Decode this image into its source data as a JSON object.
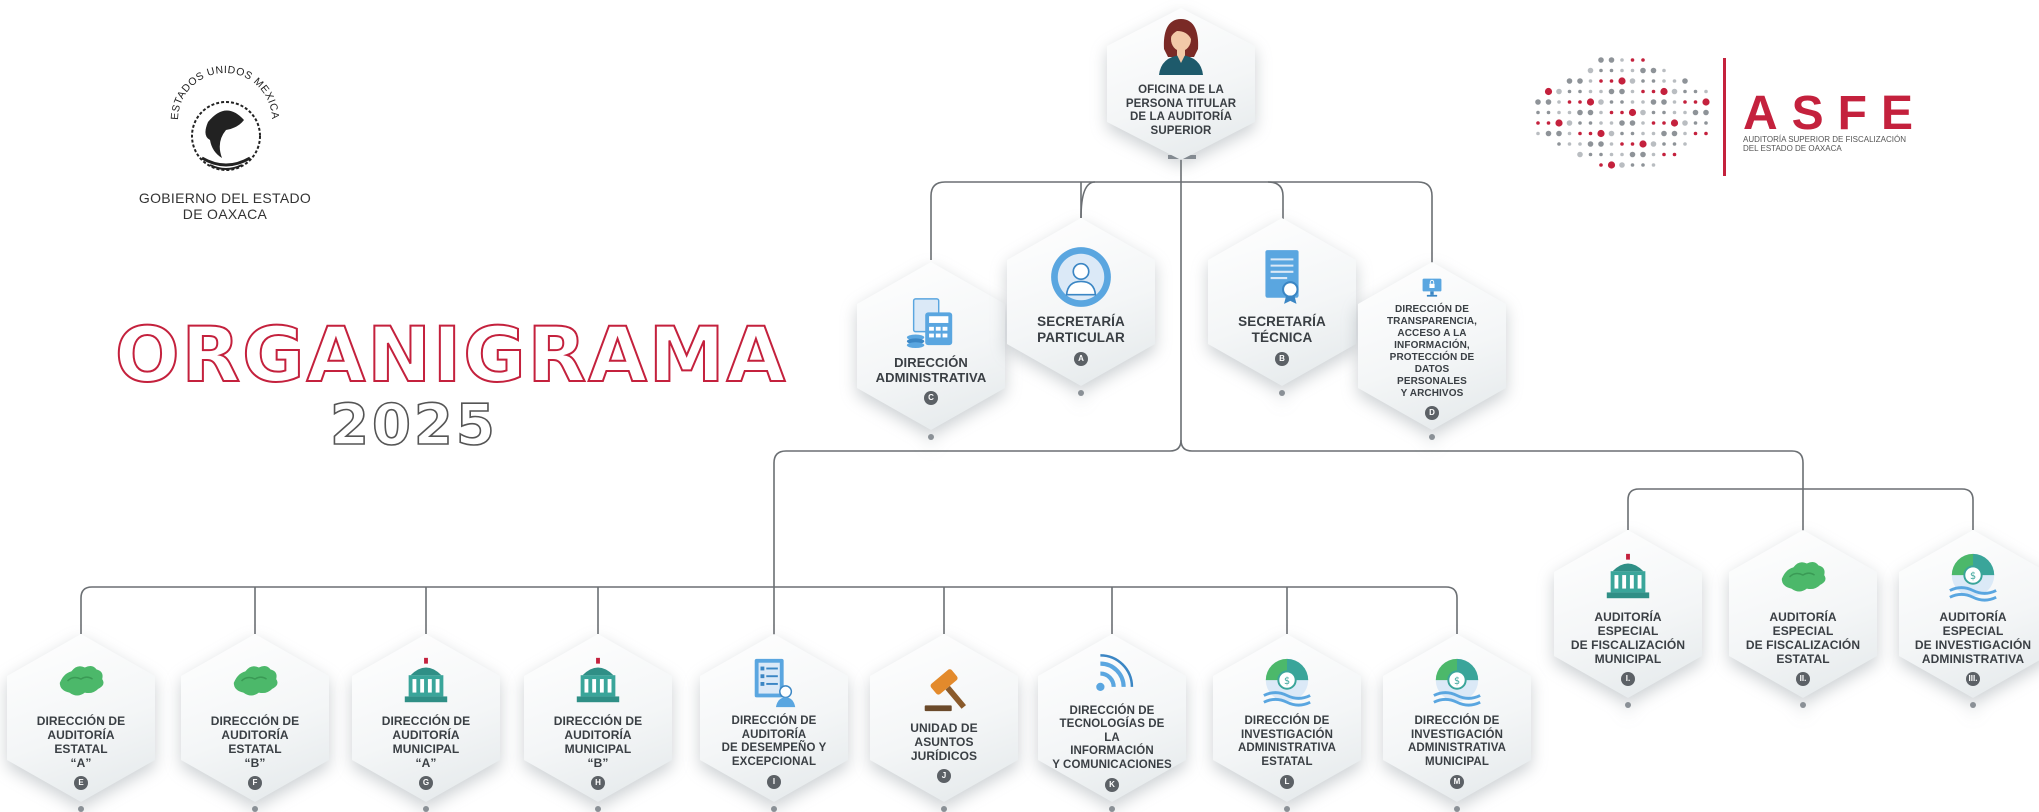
{
  "government": {
    "seal_text": "ESTADOS UNIDOS MEXICANOS",
    "name": "GOBIERNO DEL ESTADO\nDE OAXACA"
  },
  "title": {
    "main": "ORGANIGRAMA",
    "year": "2025"
  },
  "brand": {
    "name": "ASFE",
    "subtitle": "AUDITORÍA SUPERIOR DE FISCALIZACIÓN\nDEL ESTADO DE OAXACA",
    "color": "#c4213d"
  },
  "colors": {
    "connector": "#6b6f73",
    "accent": "#c4213d",
    "icon_blue": "#5aa6e0",
    "icon_green": "#4cb86a",
    "icon_teal": "#3aa59a"
  },
  "top": {
    "label": "OFICINA DE LA\nPERSONA TITULAR\nDE LA AUDITORÍA\nSUPERIOR",
    "icon": "woman-avatar-icon"
  },
  "level1": [
    {
      "label": "DIRECCIÓN\nADMINISTRATIVA",
      "letter": "C",
      "icon": "calculator-icon"
    },
    {
      "label": "SECRETARÍA\nPARTICULAR",
      "letter": "A",
      "icon": "person-circle-icon"
    },
    {
      "label": "SECRETARÍA\nTÉCNICA",
      "letter": "B",
      "icon": "document-seal-icon"
    },
    {
      "label": "DIRECCIÓN DE\nTRANSPARENCIA,\nACCESO A LA\nINFORMACIÓN,\nPROTECCIÓN DE DATOS\nPERSONALES\nY ARCHIVOS",
      "letter": "D",
      "icon": "lock-screen-icon"
    }
  ],
  "level2_left": [
    {
      "label": "DIRECCIÓN DE\nAUDITORÍA ESTATAL\n“A”",
      "letter": "E",
      "icon": "oaxaca-map-icon"
    },
    {
      "label": "DIRECCIÓN DE\nAUDITORÍA ESTATAL\n“B”",
      "letter": "F",
      "icon": "oaxaca-map-icon"
    },
    {
      "label": "DIRECCIÓN DE\nAUDITORÍA MUNICIPAL\n“A”",
      "letter": "G",
      "icon": "government-building-icon"
    },
    {
      "label": "DIRECCIÓN DE\nAUDITORÍA MUNICIPAL\n“B”",
      "letter": "H",
      "icon": "government-building-icon"
    },
    {
      "label": "DIRECCIÓN DE\nAUDITORÍA\nDE DESEMPEÑO Y\nEXCEPCIONAL",
      "letter": "I",
      "icon": "checklist-icon"
    },
    {
      "label": "UNIDAD DE ASUNTOS\nJURÍDICOS",
      "letter": "J",
      "icon": "gavel-icon"
    },
    {
      "label": "DIRECCIÓN DE\nTECNOLOGÍAS DE LA\nINFORMACIÓN\nY COMUNICACIONES",
      "letter": "K",
      "icon": "wifi-signal-icon"
    },
    {
      "label": "DIRECCIÓN DE\nINVESTIGACIÓN\nADMINISTRATIVA\nESTATAL",
      "letter": "L",
      "icon": "money-chart-icon"
    },
    {
      "label": "DIRECCIÓN DE\nINVESTIGACIÓN\nADMINISTRATIVA\nMUNICIPAL",
      "letter": "M",
      "icon": "money-chart-icon"
    }
  ],
  "level2_right": [
    {
      "label": "AUDITORÍA ESPECIAL\nDE FISCALIZACIÓN\nMUNICIPAL",
      "letter": "I.",
      "icon": "government-building-icon"
    },
    {
      "label": "AUDITORÍA ESPECIAL\nDE FISCALIZACIÓN\nESTATAL",
      "letter": "II.",
      "icon": "oaxaca-map-icon"
    },
    {
      "label": "AUDITORÍA ESPECIAL\nDE INVESTIGACIÓN\nADMINISTRATIVA",
      "letter": "III.",
      "icon": "money-chart-icon"
    }
  ]
}
